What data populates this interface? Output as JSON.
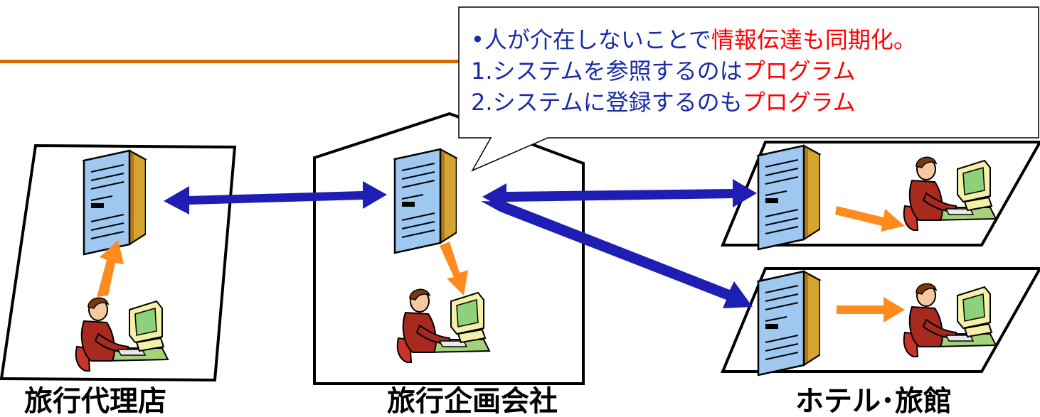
{
  "callout": {
    "line1_prefix": "人が介在しないことで",
    "line1_emph": "情報伝達も同期化。",
    "line2_prefix": "1.システムを参照するのは",
    "line2_emph": "プログラム",
    "line3_prefix": "2.システムに登録するのも",
    "line3_emph": "プログラム"
  },
  "labels": {
    "agency": "旅行代理店",
    "planner": "旅行企画会社",
    "hotel": "ホテル･旅館"
  },
  "colors": {
    "header_rule": "#d86a00",
    "sync_arrow": "#1e1eb4",
    "person_arrow": "#ff8a1e",
    "callout_text": "#1a2aa8",
    "callout_emph": "#ff0000"
  }
}
